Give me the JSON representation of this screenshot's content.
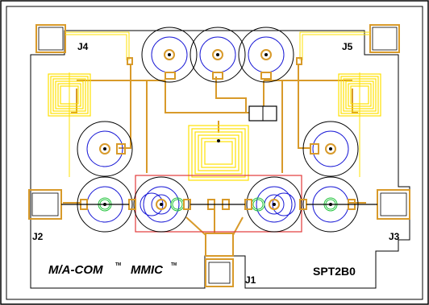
{
  "labels": {
    "j1": "J1",
    "j2": "J2",
    "j3": "J3",
    "j4": "J4",
    "j5": "J5",
    "part_number": "SPT2B0"
  },
  "logos": {
    "macom": "M/A-COM",
    "macom_tm": "TM",
    "mmic": "MMIC",
    "mmic_tm": "TM"
  },
  "colors": {
    "trace": "#d89a2a",
    "inductor": "#ffe100",
    "via_ring": "#1a1ad6",
    "via_ring_green": "#22c43c",
    "outline": "#000000",
    "die_boundary": "#e23a3a"
  }
}
